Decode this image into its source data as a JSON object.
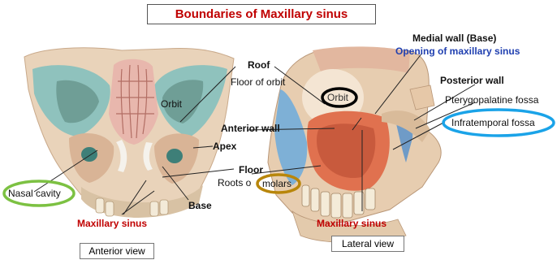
{
  "title": "Boundaries of Maxillary sinus",
  "anterior_view": {
    "caption": "Anterior view",
    "labels": {
      "roof": "Roof",
      "floor_of_orbit": "Floor of orbit",
      "orbit": "Orbit",
      "anterior_wall": "Anterior  wall",
      "apex": "Apex",
      "floor": "Floor",
      "roots_of_molars": "Roots o",
      "molars": "molars",
      "nasal_cavity": "Nasal cavity",
      "base": "Base",
      "maxillary_sinus": "Maxillary  sinus"
    }
  },
  "lateral_view": {
    "caption": "Lateral view",
    "labels": {
      "medial_wall": "Medial wall (Base)",
      "opening": "Opening of maxillary sinus",
      "orbit": "Orbit",
      "posterior_wall": "Posterior  wall",
      "pterygopalatine": "Pterygopalatine fossa",
      "infratemporal": "Infratemporal fossa",
      "maxillary_sinus": "Maxillary sinus"
    }
  },
  "colors": {
    "title_red": "#c00000",
    "link_blue": "#1f3fb0",
    "ring_green": "#7cc142",
    "ring_blue": "#1aa3e8",
    "ring_gold": "#b8860b",
    "ring_black": "#000000"
  }
}
